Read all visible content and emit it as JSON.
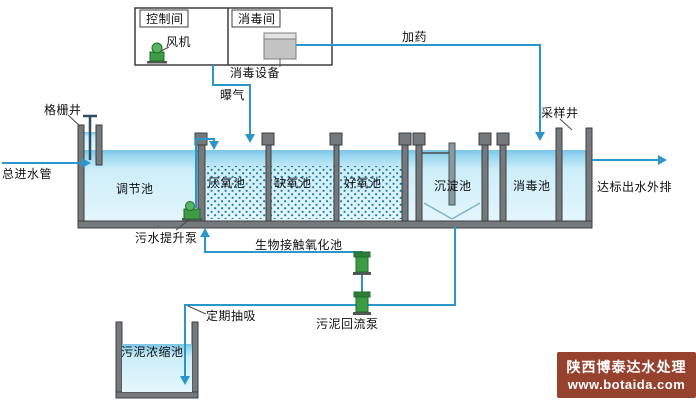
{
  "building": {
    "control_room": "控制间",
    "disinfection_room": "消毒间",
    "fan": "风机",
    "disinfection_equipment": "消毒设备"
  },
  "pipes": {
    "inlet": "总进水管",
    "dosing": "加药",
    "aeration": "曝气",
    "outflow": "达标出水外排",
    "periodic_suction": "定期抽吸"
  },
  "tanks": {
    "grid_well": "格栅井",
    "regulation": "调节池",
    "anaerobic": "厌氧池",
    "anoxic": "缺氧池",
    "aerobic": "好氧池",
    "sedimentation": "沉淀池",
    "disinfection": "消毒池",
    "sampling_well": "采样井",
    "bio_contact_oxidation": "生物接触氧化池",
    "sludge_thickening": "污泥浓缩池"
  },
  "pumps": {
    "lift": "污水提升泵",
    "sludge_return": "污泥回流泵"
  },
  "watermark": {
    "company": "陕西博泰达水处理",
    "website": "www.botaida.com"
  },
  "colors": {
    "pipe_blue": "#2b96c9",
    "water_surface": "#79c6e6",
    "water_body": "#e3f6fc",
    "wall_gray": "#75797c",
    "pump_green": "#3d9b46",
    "equipment_gray": "#c4c4c4",
    "watermark_bg": "#97422f",
    "media_dots": "#1d7ba6"
  }
}
